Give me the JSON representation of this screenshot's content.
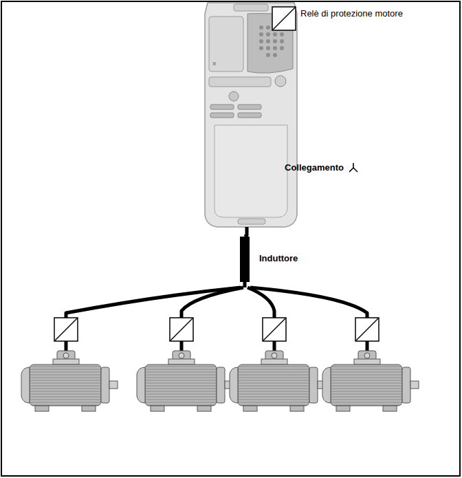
{
  "diagram": {
    "labels": [
      "Collegamento",
      "Induttore"
    ],
    "legend": [
      {
        "text": "Relè di protezione motore"
      }
    ]
  }
}
